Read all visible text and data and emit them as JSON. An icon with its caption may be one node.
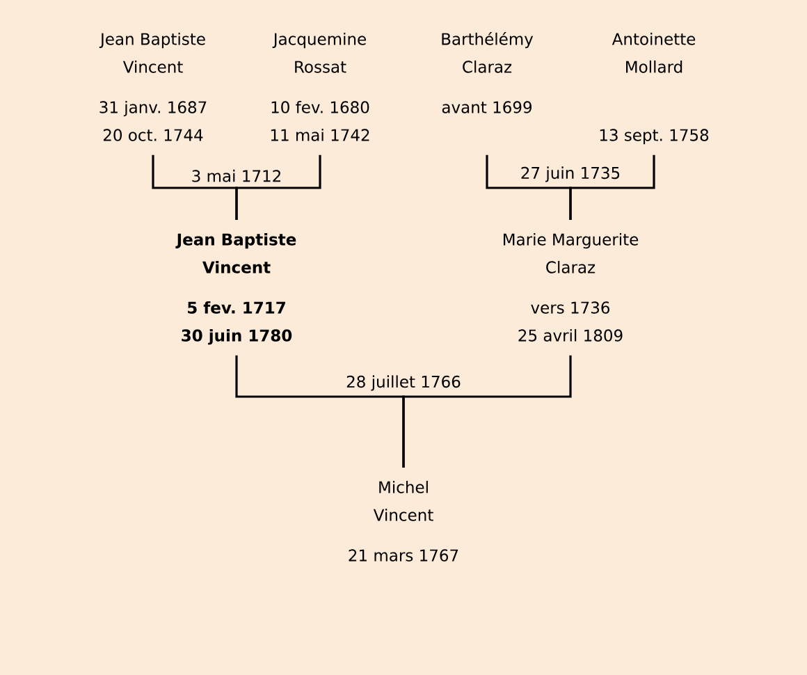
{
  "diagram": {
    "nodes": [
      {
        "text": [
          "Jean Baptiste Vincent",
          "31 janv. 1687",
          "20 oct. 1744"
        ]
      },
      {
        "text": [
          "Jacquemine Rossat",
          "10 fev. 1680",
          "11 mai 1742"
        ]
      },
      {
        "text": [
          "Barthélémy Claraz",
          "avant 1699"
        ]
      },
      {
        "text": [
          "Antoinette Mollard",
          "13 sept. 1758"
        ]
      },
      {
        "text": [
          "Jean Baptiste Vincent",
          "5 fev. 1717",
          "30 juin 1780"
        ]
      },
      {
        "text": [
          "Marie Marguerite Claraz",
          "vers 1736",
          "25 avril 1809"
        ]
      },
      {
        "text": [
          "Michel Vincent",
          "21 mars 1767"
        ]
      }
    ],
    "edges": [
      {
        "from": 0,
        "to": 4,
        "arrow": "none",
        "label": "3 mai 1712"
      },
      {
        "from": 1,
        "to": 4,
        "arrow": "none"
      },
      {
        "from": 2,
        "to": 5,
        "arrow": "none",
        "label": "27 juin 1735"
      },
      {
        "from": 3,
        "to": 5,
        "arrow": "none"
      },
      {
        "from": 4,
        "to": 6,
        "arrow": "none",
        "label": "28 juillet 1766"
      },
      {
        "from": 5,
        "to": 6,
        "arrow": "none"
      }
    ]
  }
}
